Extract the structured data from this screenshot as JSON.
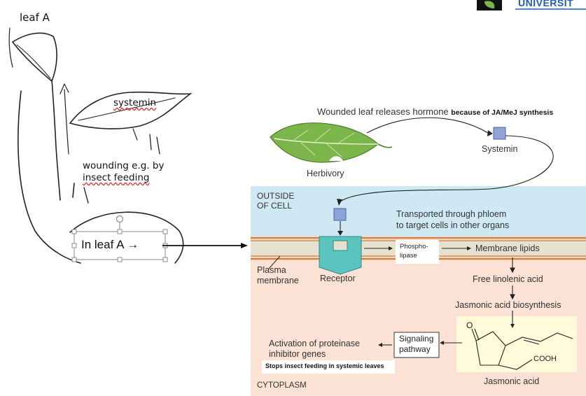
{
  "sketch": {
    "title": "leaf A",
    "systemin": "systemin",
    "wounding_line1": "wounding e.g. by",
    "wounding_line2": "insect feeding",
    "box_text": "In leaf A →"
  },
  "diagram": {
    "top_caption": "Wounded leaf releases hormone",
    "top_caption_bold": "because of JA/MeJ synthesis",
    "herbivory": "Herbivory",
    "systemin": "Systemin",
    "outside_line1": "OUTSIDE",
    "outside_line2": "OF CELL",
    "transport_line1": "Transported through phloem",
    "transport_line2": "to target cells in other organs",
    "phospholipase_line1": "Phospho-",
    "phospholipase_line2": "lipase",
    "membrane_lipids": "Membrane lipids",
    "plasma_line1": "Plasma",
    "plasma_line2": "membrane",
    "receptor": "Receptor",
    "free_linolenic": "Free linolenic acid",
    "ja_biosynthesis": "Jasmonic acid biosynthesis",
    "signaling_line1": "Signaling",
    "signaling_line2": "pathway",
    "activation_line1": "Activation of proteinase",
    "activation_line2": "inhibitor genes",
    "stops_feeding": "Stops insect feeding in systemic leaves",
    "cytoplasm": "CYTOPLASM",
    "molecule_o": "O",
    "molecule_cooh": "COOH",
    "jasmonic_acid": "Jasmonic acid"
  },
  "logo": {
    "text": "UNIVERSIT"
  },
  "colors": {
    "outside_bg": "#cfe9f4",
    "cytoplasm_bg": "#fbe2d4",
    "membrane_bg": "#e6e0cf",
    "membrane_line": "#e07a3a",
    "receptor": "#5cc4bf",
    "systemin_square": "#8fa3db",
    "molecule_bg": "#fffad9",
    "leaf": "#7cb64b",
    "logo_blue": "#1a5fb4"
  }
}
